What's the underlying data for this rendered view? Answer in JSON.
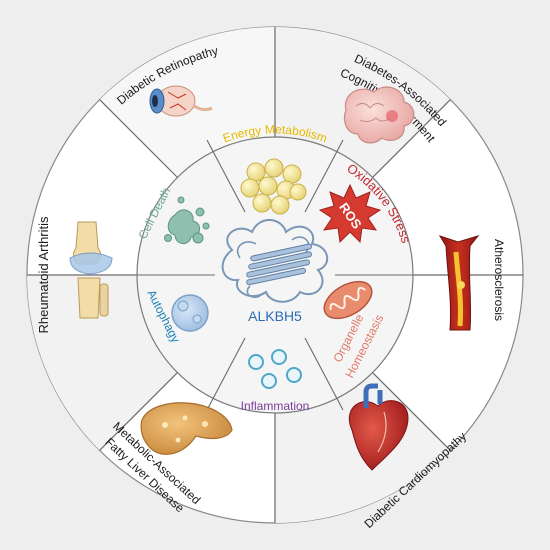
{
  "center": {
    "label": "ALKBH5"
  },
  "inner_ring": {
    "energy_metabolism": "Energy Metabolism",
    "oxidative_stress": "Oxidative Stress",
    "ros": "ROS",
    "organelle_line1": "Organelle",
    "organelle_line2": "Homeostasis",
    "inflammation": "Inflammation",
    "autophagy": "Autophagy",
    "cell_death": "Cell Death"
  },
  "outer_ring": {
    "diabetic_retinopathy": "Diabetic Retinopathy",
    "dcog_line1": "Diabetes-Associated",
    "dcog_line2": "Cognitive Impairment",
    "atherosclerosis": "Atherosclerosis",
    "cardiomyopathy": "Diabetic Cardiomyopathy",
    "mafld_line1": "Metabolic-Associated",
    "mafld_line2": "Fatty Liver Disease",
    "rheumatoid_arthritis": "Rheumatoid Arthritis"
  },
  "colors": {
    "background": "#eeeeee",
    "outer_ring": "#ffffff",
    "outer_ring_alt": "#f1f1f1",
    "inner_ring": "#f4f4f4",
    "divider": "#6b6b6b",
    "energy": "#e8b800",
    "oxidative": "#c0282d",
    "organelle": "#e07b6a",
    "inflammation": "#7a3c9a",
    "autophagy": "#1b83b5",
    "cell_death": "#6fa89a",
    "center_text": "#2a6bb0",
    "disease_text": "#1a1a1a"
  }
}
